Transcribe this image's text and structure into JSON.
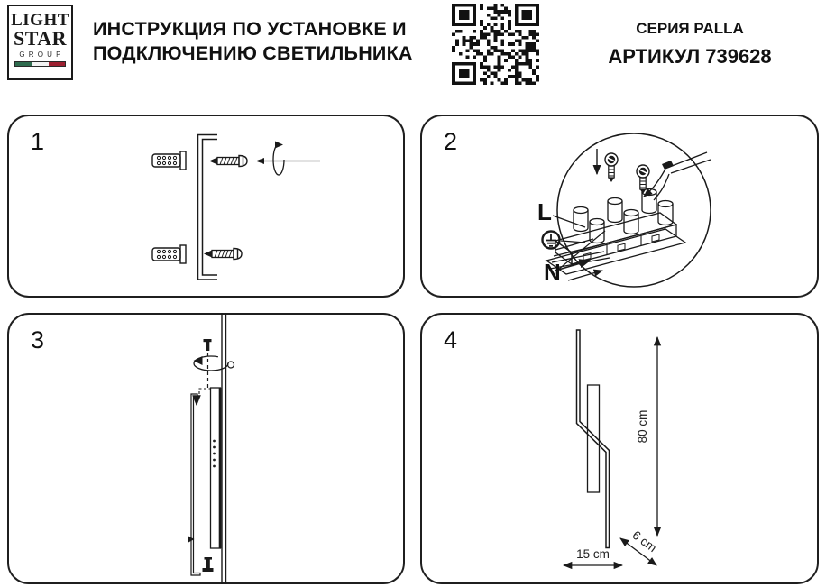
{
  "document": {
    "header": {
      "logo": {
        "line1": "LIGHT",
        "line2": "STAR",
        "line3": "GROUP"
      },
      "title": {
        "line1": "ИНСТРУКЦИЯ ПО УСТАНОВКЕ И",
        "line2": "ПОДКЛЮЧЕНИЮ СВЕТИЛЬНИКА"
      },
      "series": "СЕРИЯ PALLA",
      "article": "АРТИКУЛ 739628"
    },
    "steps": [
      {
        "number": "1"
      },
      {
        "number": "2",
        "wiring_labels": {
          "live": "L",
          "neutral": "N"
        }
      },
      {
        "number": "3"
      },
      {
        "number": "4",
        "dimensions": {
          "height": "80 cm",
          "width": "15 cm",
          "depth": "6 cm"
        }
      }
    ],
    "colors": {
      "ink": "#1a1a1a",
      "flag_green": "#2e6b4e",
      "flag_white": "#f2f2f2",
      "flag_red": "#9c1f30"
    }
  }
}
